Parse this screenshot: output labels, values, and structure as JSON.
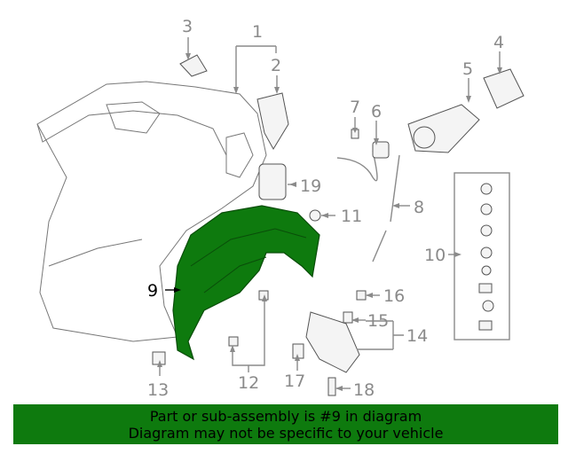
{
  "callouts": {
    "n1": "1",
    "n2": "2",
    "n3": "3",
    "n4": "4",
    "n5": "5",
    "n6": "6",
    "n7": "7",
    "n8": "8",
    "n9": "9",
    "n10": "10",
    "n11": "11",
    "n12": "12",
    "n13": "13",
    "n14": "14",
    "n15": "15",
    "n16": "16",
    "n17": "17",
    "n18": "18",
    "n19": "19"
  },
  "banner": {
    "line1": "Part or sub-assembly is #9 in diagram",
    "line2": "Diagram may not be specific to your vehicle"
  },
  "colors": {
    "banner_bg": "#0e7a0e",
    "highlight_part": "#0e7a0e",
    "callout_gray": "#8a8a8a"
  }
}
